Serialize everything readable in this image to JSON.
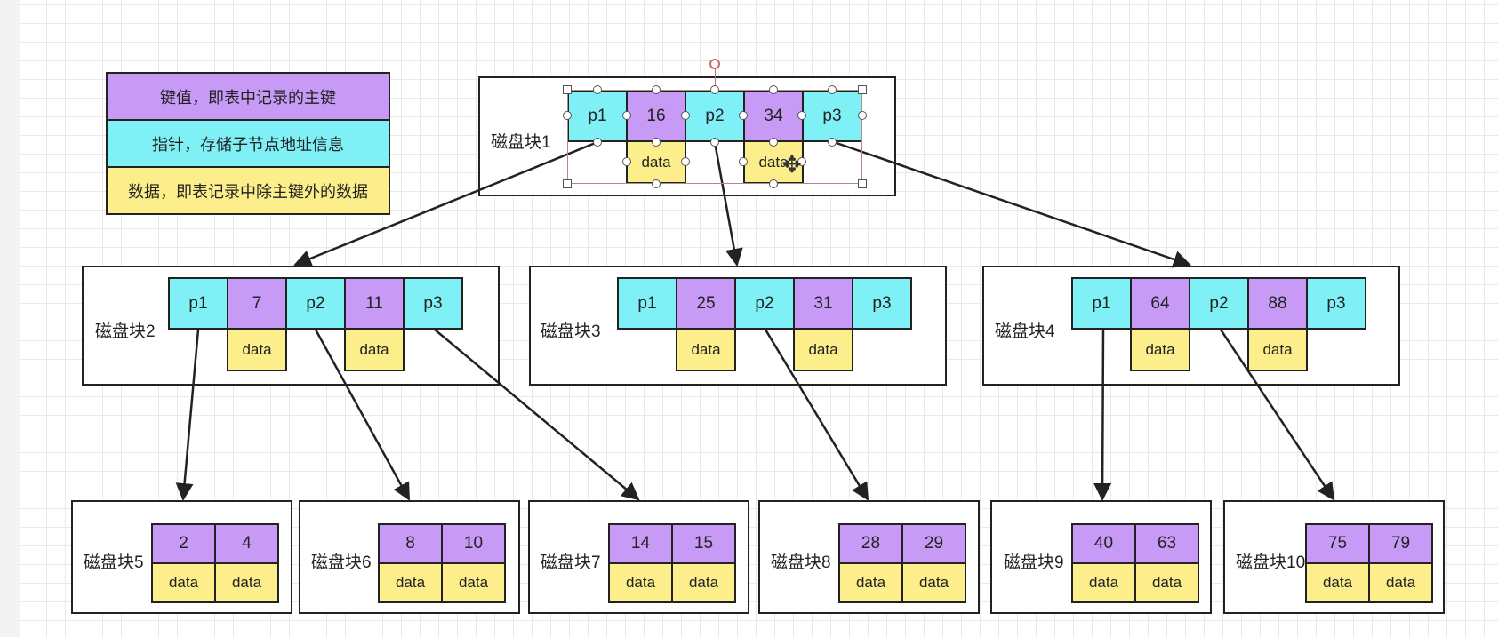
{
  "legend": {
    "key": "键值，即表中记录的主键",
    "pointer": "指针，存储子节点地址信息",
    "data": "数据，即表记录中除主键外的数据"
  },
  "blocks": [
    {
      "id": "b1",
      "label": "磁盘块1",
      "ptrs": [
        "p1",
        "p2",
        "p3"
      ],
      "keys": [
        "16",
        "34"
      ],
      "data": [
        "data",
        "data"
      ]
    },
    {
      "id": "b2",
      "label": "磁盘块2",
      "ptrs": [
        "p1",
        "p2",
        "p3"
      ],
      "keys": [
        "7",
        "11"
      ],
      "data": [
        "data",
        "data"
      ]
    },
    {
      "id": "b3",
      "label": "磁盘块3",
      "ptrs": [
        "p1",
        "p2",
        "p3"
      ],
      "keys": [
        "25",
        "31"
      ],
      "data": [
        "data",
        "data"
      ]
    },
    {
      "id": "b4",
      "label": "磁盘块4",
      "ptrs": [
        "p1",
        "p2",
        "p3"
      ],
      "keys": [
        "64",
        "88"
      ],
      "data": [
        "data",
        "data"
      ]
    },
    {
      "id": "b5",
      "label": "磁盘块5",
      "keys": [
        "2",
        "4"
      ],
      "data": [
        "data",
        "data"
      ]
    },
    {
      "id": "b6",
      "label": "磁盘块6",
      "keys": [
        "8",
        "10"
      ],
      "data": [
        "data",
        "data"
      ]
    },
    {
      "id": "b7",
      "label": "磁盘块7",
      "keys": [
        "14",
        "15"
      ],
      "data": [
        "data",
        "data"
      ]
    },
    {
      "id": "b8",
      "label": "磁盘块8",
      "keys": [
        "28",
        "29"
      ],
      "data": [
        "data",
        "data"
      ]
    },
    {
      "id": "b9",
      "label": "磁盘块9",
      "keys": [
        "40",
        "63"
      ],
      "data": [
        "data",
        "data"
      ]
    },
    {
      "id": "b10",
      "label": "磁盘块10",
      "keys": [
        "75",
        "79"
      ],
      "data": [
        "data",
        "data"
      ]
    }
  ],
  "colors": {
    "pointer": "#7ff0f5",
    "key": "#c69af5",
    "data": "#fcee8a",
    "border": "#222222"
  }
}
